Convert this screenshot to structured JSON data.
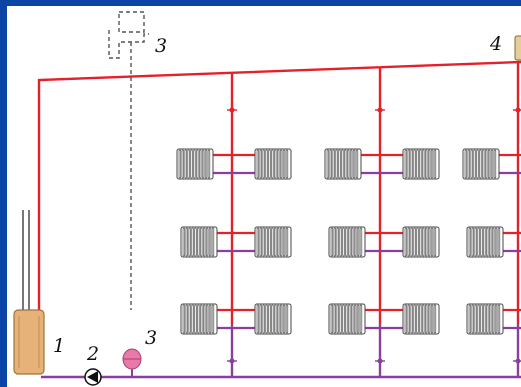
{
  "colors": {
    "frame": "#0a45a6",
    "supply_pipe": "#e4202a",
    "return_pipe": "#8a3f9e",
    "expansion_tank_line": "#555555",
    "boiler_fill": "#e6b27a",
    "pump_tank_fill": "#e879a8"
  },
  "labels": {
    "boiler": "1",
    "pump": "2",
    "expansion_tank_open": "3",
    "expansion_tank_closed": "3",
    "air_vent": "4"
  },
  "components": {
    "boiler_icon": "boiler-icon",
    "pump_icon": "circulation-pump-icon",
    "closed_tank_icon": "membrane-expansion-tank-icon",
    "open_tank_icon": "open-expansion-tank-icon",
    "air_vent_icon": "air-vent-icon",
    "radiator_icon": "radiator-icon",
    "valve_icon": "valve-icon"
  },
  "risers": 3,
  "floors": 3
}
